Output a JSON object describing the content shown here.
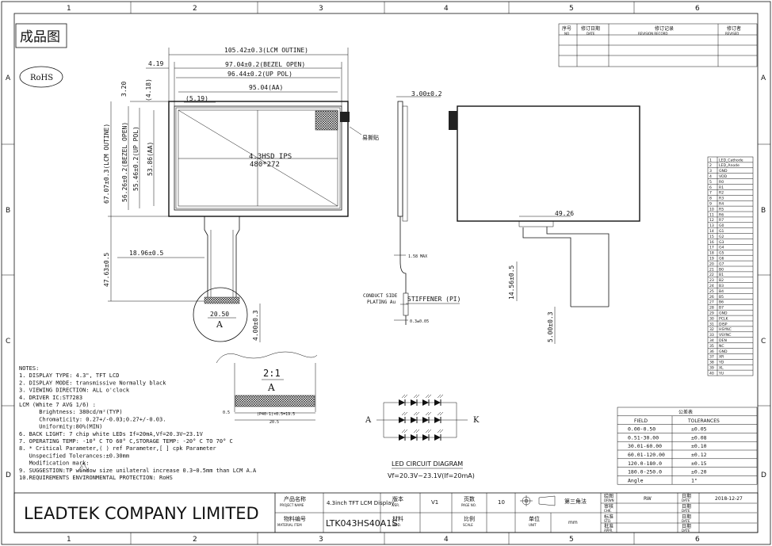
{
  "border": {
    "cols": [
      "1",
      "2",
      "3",
      "4",
      "5",
      "6"
    ],
    "rows": [
      "A",
      "B",
      "C",
      "D"
    ]
  },
  "header": {
    "title": "成品图",
    "rohs": "RoHS"
  },
  "revision": {
    "h_seq": "序号",
    "h_seq_en": "NO",
    "h_date": "修订日期",
    "h_date_en": "DATE",
    "h_record": "修订记录",
    "h_record_en": "REVISION RECORD",
    "h_by": "修订者",
    "h_by_en": "REVISED"
  },
  "front": {
    "dim_lcm_w": "105.42±0.3(LCM OUTINE)",
    "dim_bezel_w": "97.04±0.2(BEZEL OPEN)",
    "dim_pol_w": "96.44±0.2(UP POL)",
    "dim_aa_w": "95.04(AA)",
    "dim_419": "4.19",
    "dim_320": "3.20",
    "dim_418": "(4.18)",
    "dim_519": "(5.19)",
    "dim_lcm_h": "67.07±0.3(LCM OUTINE)",
    "dim_bezel_h": "56.26±0.2(BEZEL OPEN)",
    "dim_pol_h": "55.46±0.2(UP POL)",
    "dim_aa_h": "53.86(AA)",
    "center_l1": "4.3HSD IPS",
    "center_l2": "480*272",
    "label_tape": "易撕贴",
    "dim_1896": "18.96±0.5",
    "dim_4763": "47.63±0.5",
    "dim_2050": "20.50",
    "detail_a": "A",
    "dim_400": "4.00±0.3"
  },
  "detail": {
    "scale": "2:1",
    "letter": "A",
    "dim_05": "0.5",
    "dim_pitch": "(P40-1)×0.5=19.5",
    "dim_205": "20.5"
  },
  "side": {
    "dim_300": "3.00±0.2",
    "dim_158": "1.58 MAX",
    "conduct_l1": "CONDUCT SIDE",
    "conduct_l2": "PLATING Au",
    "stiffener": "STIFFENER (PI)",
    "dim_03": "0.3±0.05"
  },
  "back": {
    "dim_4926": "49.26",
    "dim_1456": "14.56±0.5",
    "dim_500": "5.00±0.3"
  },
  "pins": [
    [
      "1",
      "LED_Cathode"
    ],
    [
      "2",
      "LED_Anode"
    ],
    [
      "3",
      "GND"
    ],
    [
      "4",
      "VDD"
    ],
    [
      "5",
      "R0"
    ],
    [
      "6",
      "R1"
    ],
    [
      "7",
      "R2"
    ],
    [
      "8",
      "R3"
    ],
    [
      "9",
      "R4"
    ],
    [
      "10",
      "R5"
    ],
    [
      "11",
      "R6"
    ],
    [
      "12",
      "R7"
    ],
    [
      "13",
      "G0"
    ],
    [
      "14",
      "G1"
    ],
    [
      "15",
      "G2"
    ],
    [
      "16",
      "G3"
    ],
    [
      "17",
      "G4"
    ],
    [
      "18",
      "G5"
    ],
    [
      "19",
      "G6"
    ],
    [
      "20",
      "G7"
    ],
    [
      "21",
      "B0"
    ],
    [
      "22",
      "B1"
    ],
    [
      "23",
      "B2"
    ],
    [
      "24",
      "B3"
    ],
    [
      "25",
      "B4"
    ],
    [
      "26",
      "B5"
    ],
    [
      "27",
      "B6"
    ],
    [
      "28",
      "B7"
    ],
    [
      "29",
      "GND"
    ],
    [
      "30",
      "PCLK"
    ],
    [
      "31",
      "DISP"
    ],
    [
      "32",
      "HSYNC"
    ],
    [
      "33",
      "VSYNC"
    ],
    [
      "34",
      "DEN"
    ],
    [
      "35",
      "NC"
    ],
    [
      "36",
      "GND"
    ],
    [
      "37",
      "XR"
    ],
    [
      "38",
      "YD"
    ],
    [
      "39",
      "XL"
    ],
    [
      "40",
      "YU"
    ]
  ],
  "notes": [
    "NOTES:",
    "1. DISPLAY TYPE: 4.3\", TFT LCD",
    "2. DISPLAY MODE: transmissive Normally black",
    "3. VIEWING DIRECTION: ALL o'clock",
    "4. DRIVER IC:ST7283",
    "LCM (White 7 AVG 1/6) :",
    "      Brightness: 380cd/m²(TYP)",
    "      Chromaticity: 0.27+/-0.03;0.27+/-0.03.",
    "      Uniformity:80%(MIN)",
    "6. BACK LIGHT: 7 chip white LEDs If=20mA,Vf=20.3V~23.1V",
    "7. OPERATING TEMP: -10° C TO 60° C,STORAGE TEMP: -20° C TO 70° C",
    "8. * Critical Parameter,( ) ref Parameter,[ ] cpk Parameter",
    "   Unspecified Tolerances:±0.30mm",
    "   Modification mark:",
    "9. SUGGESTION:TP window size unilateral increase 0.3~0.5mm than LCM A.A",
    "10.REQUIREMENTS ENVIRONMENTAL PROTECTION: RoHS"
  ],
  "led": {
    "node_a": "A",
    "node_k": "K",
    "title": "LED CIRCUIT DIAGRAM",
    "vf": "Vf=20.3V~23.1V(If=20mA)"
  },
  "tolerance": {
    "title": "公差表",
    "h_field": "FIELD",
    "h_tol": "TOLERANCES",
    "rows": [
      [
        "0.00-0.50",
        "±0.05"
      ],
      [
        "0.51-30.00",
        "±0.08"
      ],
      [
        "30.01-60.00",
        "±0.10"
      ],
      [
        "60.01-120.00",
        "±0.12"
      ],
      [
        "120.0-180.0",
        "±0.15"
      ],
      [
        "180.0-250.0",
        "±0.20"
      ],
      [
        "Angle",
        "1°"
      ]
    ]
  },
  "title_block": {
    "company": "LEADTEK COMPANY LIMITED",
    "product_name_label": "产品名称",
    "product_name_sub": "PROJECT NAME",
    "product_name": "4.3inch TFT LCM Display",
    "material_label": "物料编号",
    "material_sub": "MATERIAL ITEM",
    "material": "LTK043HS40A1S",
    "ver_label": "版本",
    "ver_sub": "VER.",
    "ver": "V1",
    "pages_label": "页数",
    "pages_sub": "PAGE NO.",
    "pages": "10",
    "mat_label": "材料",
    "mat_sub": "MOD.",
    "scale_label": "比例",
    "scale_sub": "SCALE",
    "unit_label": "单位",
    "unit_sub": "UNIT",
    "unit": "mm",
    "projection": "第三角法",
    "draw_label": "绘图",
    "draw_sub": "DRWN",
    "draw": "RW",
    "check_label": "审核",
    "check_sub": "CHK.",
    "std_label": "标准",
    "std_sub": "STD.",
    "appr_label": "批准",
    "appr_sub": "APPR.",
    "date_label": "日期",
    "date_sub": "DATE",
    "date": "2018-12-27"
  }
}
